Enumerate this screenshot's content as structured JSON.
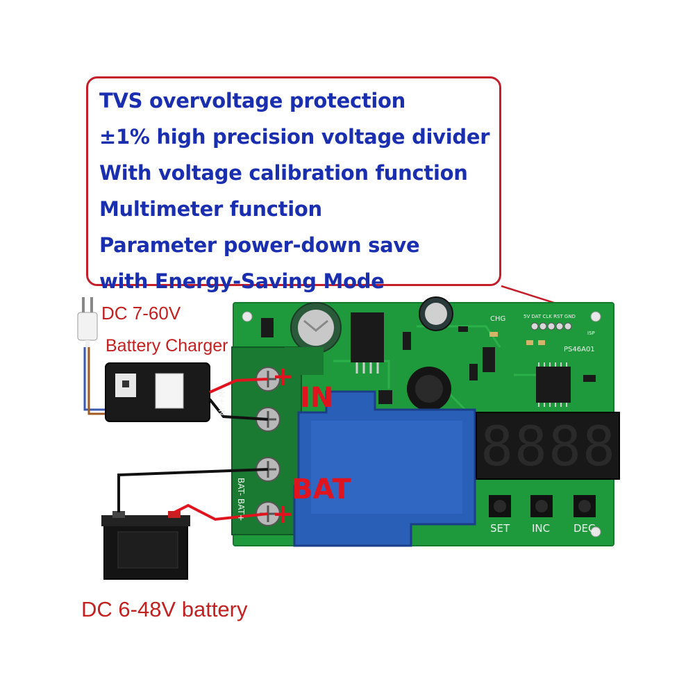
{
  "features": [
    "TVS overvoltage protection",
    "±1% high precision voltage divider",
    "With voltage calibration function",
    "Multimeter function",
    "Parameter power-down save",
    "with Energy-Saving Mode"
  ],
  "labels": {
    "dc_input": "DC 7-60V",
    "charger": "Battery Charger",
    "battery": "DC 6-48V battery",
    "in": "IN",
    "bat": "BAT",
    "plus_top": "+",
    "plus_bottom": "+"
  },
  "board": {
    "model": "PS46A01",
    "chg_led": "CHG",
    "header_pins": "5V DAT CLK RST GND",
    "isp": "ISP",
    "terminal_in": "IN+ IN-",
    "terminal_bat": "BAT- BAT+",
    "buttons": [
      "SET",
      "INC",
      "DEC"
    ],
    "display_digits": "8888"
  },
  "colors": {
    "pcb": "#1e9a3c",
    "frame": "#c41e2a",
    "feature_text": "#1a2fb0",
    "label_red": "#c42020",
    "relay_blue": "#2a5fb8"
  }
}
